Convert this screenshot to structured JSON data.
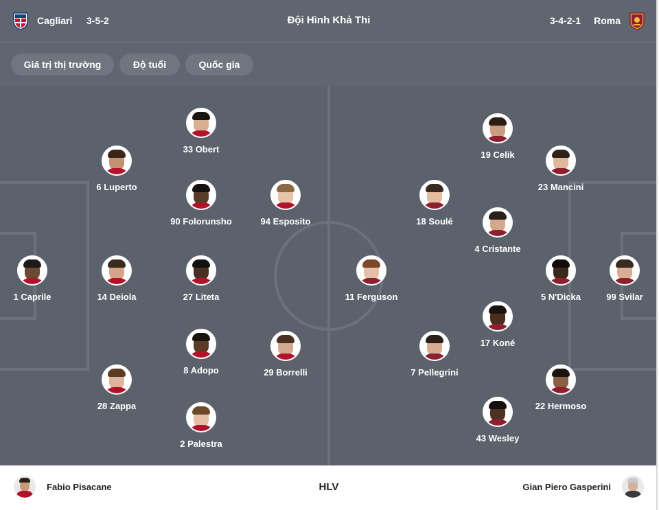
{
  "header": {
    "title": "Đội Hình Khả Thi",
    "home": {
      "name": "Cagliari",
      "formation": "3-5-2",
      "crest_icon": "cagliari-crest-icon",
      "crest_colors": [
        "#1f3d7a",
        "#c8102e"
      ]
    },
    "away": {
      "name": "Roma",
      "formation": "3-4-2-1",
      "crest_icon": "roma-crest-icon",
      "crest_colors": [
        "#8e1f2f",
        "#f0bc42"
      ]
    }
  },
  "filters": [
    {
      "label": "Giá trị thị trường"
    },
    {
      "label": "Độ tuổi"
    },
    {
      "label": "Quốc gia"
    }
  ],
  "home_players": [
    {
      "label": "1 Caprile"
    },
    {
      "label": "6 Luperto"
    },
    {
      "label": "14 Deiola"
    },
    {
      "label": "28 Zappa"
    },
    {
      "label": "33 Obert"
    },
    {
      "label": "90 Folorunsho"
    },
    {
      "label": "27 Liteta"
    },
    {
      "label": "8 Adopo"
    },
    {
      "label": "2 Palestra"
    },
    {
      "label": "94 Esposito"
    },
    {
      "label": "29 Borrelli"
    }
  ],
  "away_players": [
    {
      "label": "99 Svilar"
    },
    {
      "label": "23 Mancini"
    },
    {
      "label": "5 N'Dicka"
    },
    {
      "label": "22 Hermoso"
    },
    {
      "label": "19 Celik"
    },
    {
      "label": "4 Cristante"
    },
    {
      "label": "17 Koné"
    },
    {
      "label": "43 Wesley"
    },
    {
      "label": "18 Soulé"
    },
    {
      "label": "7 Pellegrini"
    },
    {
      "label": "11 Ferguson"
    }
  ],
  "coaches": {
    "label": "HLV",
    "home": "Fabio Pisacane",
    "away": "Gian Piero Gasperini"
  },
  "colors": {
    "pitch": "#5b626c",
    "pitch_lines": "#6b727c",
    "header": "#5f6670",
    "chip": "#6f7680"
  }
}
